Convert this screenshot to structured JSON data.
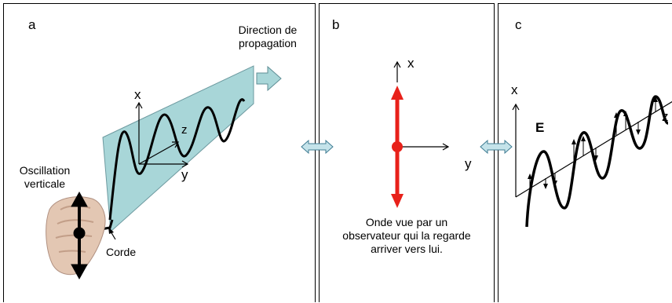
{
  "panels": {
    "a": {
      "letter": "a",
      "direction_label_line1": "Direction de",
      "direction_label_line2": "propagation",
      "axis_x": "x",
      "axis_y": "y",
      "axis_z": "z",
      "oscillation_line1": "Oscillation",
      "oscillation_line2": "verticale",
      "rope_label": "Corde"
    },
    "b": {
      "letter": "b",
      "axis_x": "x",
      "axis_y": "y",
      "caption_line1": "Onde vue par un",
      "caption_line2": "observateur qui la regarde",
      "caption_line3": "arriver vers lui."
    },
    "c": {
      "letter": "c",
      "axis_x": "x",
      "axis_z": "z",
      "field_label": "E"
    }
  },
  "colors": {
    "plane_fill": "#a8d6d8",
    "polarization_red": "#e8211a",
    "connector_fill": "#c4e3ea",
    "connector_stroke": "#3f7c93"
  },
  "icons": [
    "hand-illustration",
    "double-arrow-connector-icon",
    "propagation-arrow-icon"
  ]
}
